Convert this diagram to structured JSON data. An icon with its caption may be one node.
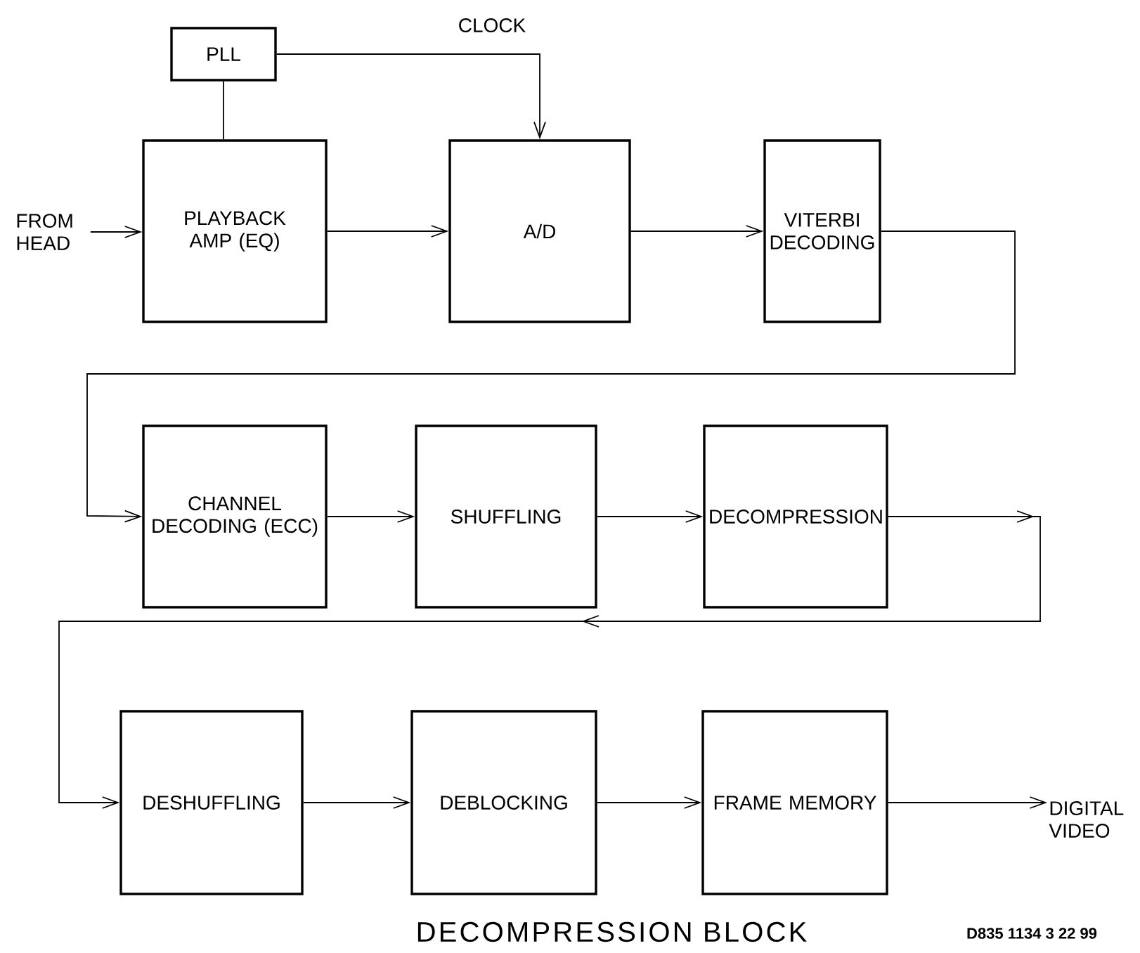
{
  "diagram": {
    "caption": "DECOMPRESSION BLOCK",
    "nodes": [
      {
        "text": [
          "FROM HEAD"
        ]
      },
      {
        "text": [
          "PLL"
        ]
      },
      {
        "text": [
          "PLAYBACK AMP (EQ)"
        ]
      },
      {
        "text": [
          "A/D"
        ]
      },
      {
        "text": [
          "VITERBI DECODING"
        ]
      },
      {
        "text": [
          "CHANNEL DECODING (ECC)"
        ]
      },
      {
        "text": [
          "SHUFFLING"
        ]
      },
      {
        "text": [
          "DECOMPRESSION"
        ]
      },
      {
        "text": [
          "DESHUFFLING"
        ]
      },
      {
        "text": [
          "DEBLOCKING"
        ]
      },
      {
        "text": [
          "FRAME MEMORY"
        ]
      },
      {
        "text": [
          "DIGITAL VIDEO"
        ]
      }
    ],
    "edges": [
      {
        "from": 0,
        "to": 2,
        "arrow": "to"
      },
      {
        "from": 1,
        "to": 2,
        "arrow": "none"
      },
      {
        "from": 1,
        "to": 3,
        "arrow": "to",
        "label": "CLOCK"
      },
      {
        "from": 2,
        "to": 3,
        "arrow": "to"
      },
      {
        "from": 3,
        "to": 4,
        "arrow": "to"
      },
      {
        "from": 4,
        "to": 5,
        "arrow": "to"
      },
      {
        "from": 5,
        "to": 6,
        "arrow": "to"
      },
      {
        "from": 6,
        "to": 7,
        "arrow": "to"
      },
      {
        "from": 7,
        "to": 8,
        "arrow": "to"
      },
      {
        "from": 8,
        "to": 9,
        "arrow": "to"
      },
      {
        "from": 9,
        "to": 10,
        "arrow": "to"
      },
      {
        "from": 10,
        "to": 11,
        "arrow": "to"
      }
    ],
    "labels": [
      "D835 1134 3 22 99"
    ]
  }
}
